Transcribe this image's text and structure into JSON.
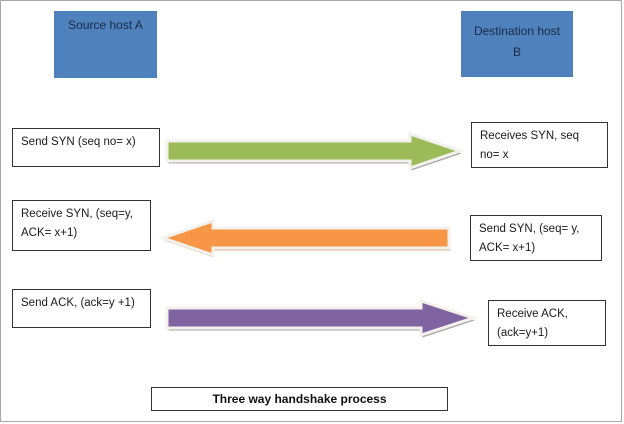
{
  "hosts": {
    "source": {
      "label": "Source host A"
    },
    "destination": {
      "label": "Destination host\nB"
    }
  },
  "steps": [
    {
      "side": "source",
      "text": "Send SYN (seq no= x)"
    },
    {
      "side": "destination",
      "text": "Receives SYN, seq\nno= x"
    },
    {
      "side": "source",
      "text": "Receive SYN, (seq=y,\nACK= x+1)"
    },
    {
      "side": "destination",
      "text": "Send SYN, (seq= y,\nACK= x+1)"
    },
    {
      "side": "source",
      "text": "Send ACK, (ack=y +1)"
    },
    {
      "side": "destination",
      "text": "Receive ACK,\n(ack=y+1)"
    }
  ],
  "arrows": [
    {
      "name": "syn-arrow",
      "direction": "right",
      "color": "#9bbb59"
    },
    {
      "name": "syn-ack-arrow",
      "direction": "left",
      "color": "#f79646"
    },
    {
      "name": "ack-arrow",
      "direction": "right",
      "color": "#8064a2"
    }
  ],
  "caption": "Three way handshake process",
  "colors": {
    "host_fill": "#4f81bd"
  }
}
